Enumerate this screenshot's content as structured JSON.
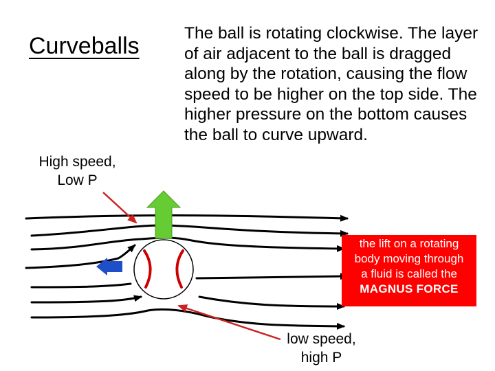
{
  "title": "Curveballs",
  "description": "The ball is rotating clockwise. The layer of air adjacent to the ball is dragged along by the rotation, causing the flow speed to be higher on the top side. The higher pressure on the bottom causes the ball to curve upward.",
  "high_speed_label": {
    "line1": "High speed,",
    "line2": "Low P"
  },
  "low_speed_label": {
    "line1": "low speed,",
    "line2": "high P"
  },
  "magnus_box": {
    "line1": "the lift on a rotating",
    "line2": "body moving through",
    "line3": "a fluid is called the",
    "line4": "MAGNUS FORCE"
  },
  "colors": {
    "lift_arrow": "#66cc33",
    "motion_arrow": "#1f4fc8",
    "pointer_arrow": "#cc2222",
    "stitches": "#cc0000",
    "box": "#ff0000"
  }
}
